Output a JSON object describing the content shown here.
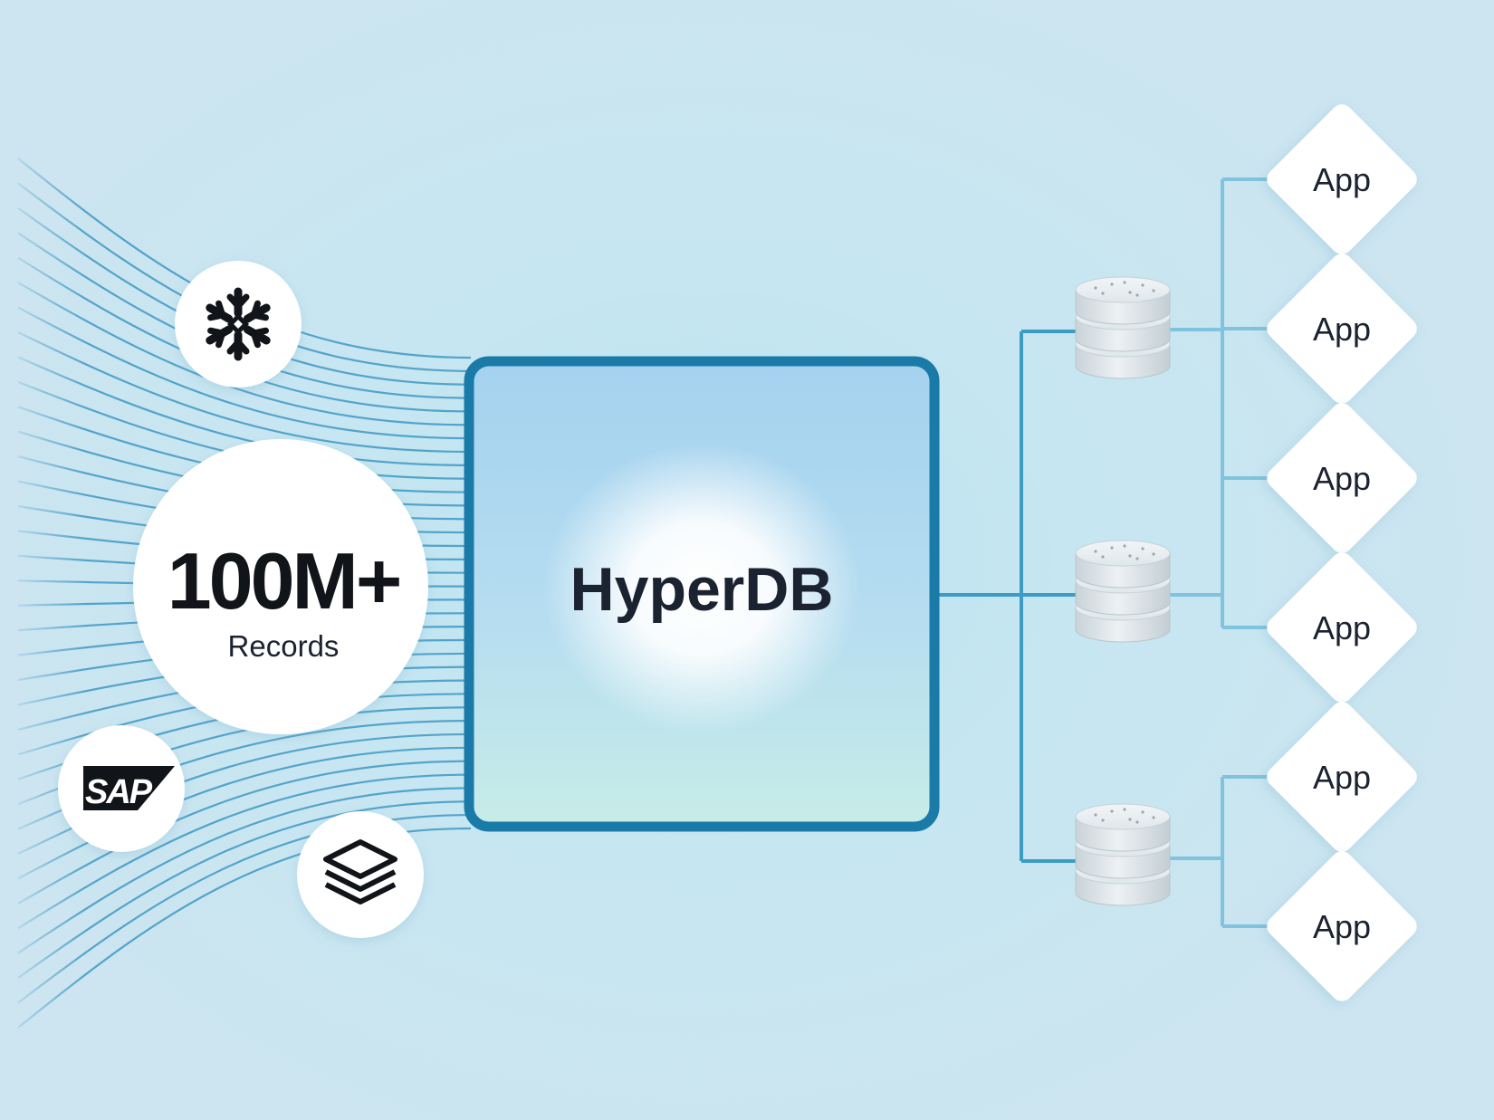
{
  "hub": {
    "label": "HyperDB"
  },
  "stat": {
    "value": "100M+",
    "caption": "Records"
  },
  "sources": [
    {
      "name": "snowflake-icon"
    },
    {
      "name": "sap-logo",
      "text": "SAP"
    },
    {
      "name": "databricks-icon"
    }
  ],
  "databases": [
    {
      "name": "database-stack-icon"
    },
    {
      "name": "database-stack-icon"
    },
    {
      "name": "database-stack-icon"
    }
  ],
  "apps": [
    {
      "label": "App"
    },
    {
      "label": "App"
    },
    {
      "label": "App"
    },
    {
      "label": "App"
    },
    {
      "label": "App"
    },
    {
      "label": "App"
    }
  ],
  "colors": {
    "accent": "#1a7aa8",
    "line": "#3c9cc6",
    "lineLight": "#7fc3df",
    "text": "#1b2230",
    "white": "#ffffff"
  }
}
